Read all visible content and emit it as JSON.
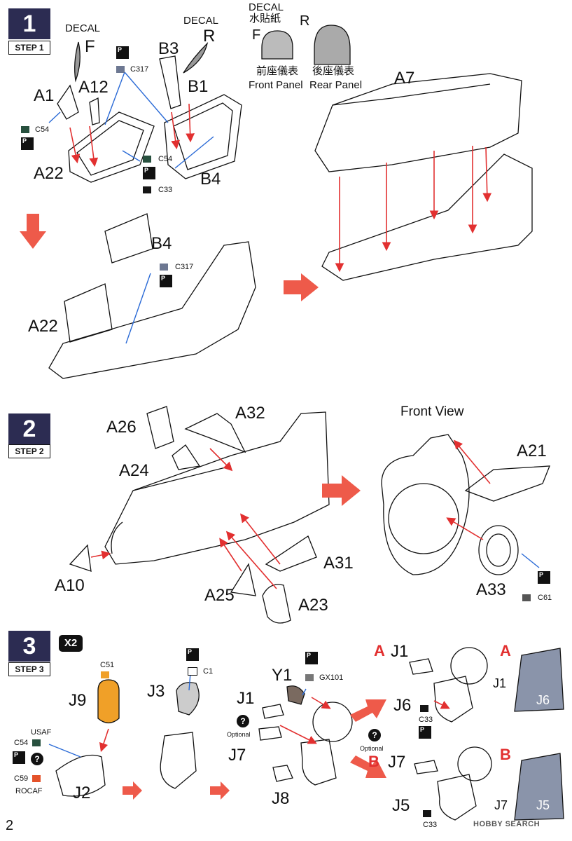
{
  "steps": [
    {
      "number": "1",
      "label": "STEP 1"
    },
    {
      "number": "2",
      "label": "STEP 2"
    },
    {
      "number": "3",
      "label": "STEP 3"
    }
  ],
  "step1": {
    "decal_f": {
      "title": "DECAL",
      "letter": "F"
    },
    "decal_r": {
      "title": "DECAL",
      "letter": "R"
    },
    "decal_sheet": {
      "title": "DECAL",
      "title_cn": "水貼紙",
      "f": "F",
      "r": "R"
    },
    "front_panel": {
      "cn": "前座儀表",
      "en": "Front Panel"
    },
    "rear_panel": {
      "cn": "後座儀表",
      "en": "Rear Panel"
    },
    "parts": {
      "a1": "A1",
      "a12": "A12",
      "a22": "A22",
      "b3": "B3",
      "b1": "B1",
      "b4": "B4",
      "a7": "A7",
      "b4_lower": "B4",
      "a22_lower": "A22"
    },
    "colors": {
      "c317": "C317",
      "c54": "C54",
      "c33": "C33",
      "c317_lower": "C317"
    }
  },
  "step2": {
    "front_view": "Front View",
    "parts": {
      "a26": "A26",
      "a32": "A32",
      "a24": "A24",
      "a21": "A21",
      "a10": "A10",
      "a31": "A31",
      "a25": "A25",
      "a23": "A23",
      "a33": "A33"
    },
    "colors": {
      "c61": "C61"
    }
  },
  "step3": {
    "multiplier": "X2",
    "parts": {
      "j9": "J9",
      "j3": "J3",
      "j1": "J1",
      "y1": "Y1",
      "j7": "J7",
      "j8": "J8",
      "j2": "J2",
      "j1_a": "J1",
      "j6": "J6",
      "j7_b": "J7",
      "j5": "J5",
      "photo_j1": "J1",
      "photo_j6": "J6",
      "photo_j7": "J7",
      "photo_j5": "J5"
    },
    "colors": {
      "c51": "C51",
      "c1": "C1",
      "gx101": "GX101",
      "c54": "C54",
      "c59": "C59",
      "c33_a": "C33",
      "c33_b": "C33"
    },
    "usaf": "USAF",
    "rocaf": "ROCAF",
    "optional_1": "Optional",
    "optional_2": "Optional",
    "variant_a": "A",
    "variant_a2": "A",
    "variant_b": "B",
    "variant_b2": "B"
  },
  "swatch_colors": {
    "c317": "#6d7892",
    "c54": "#27503e",
    "c33": "#151515",
    "c61": "#555555",
    "c51": "#f0a028",
    "c1": "#ffffff",
    "gx101": "#777777",
    "c59": "#e4522a"
  },
  "page_number": "2",
  "watermark": "HOBBY SEARCH"
}
